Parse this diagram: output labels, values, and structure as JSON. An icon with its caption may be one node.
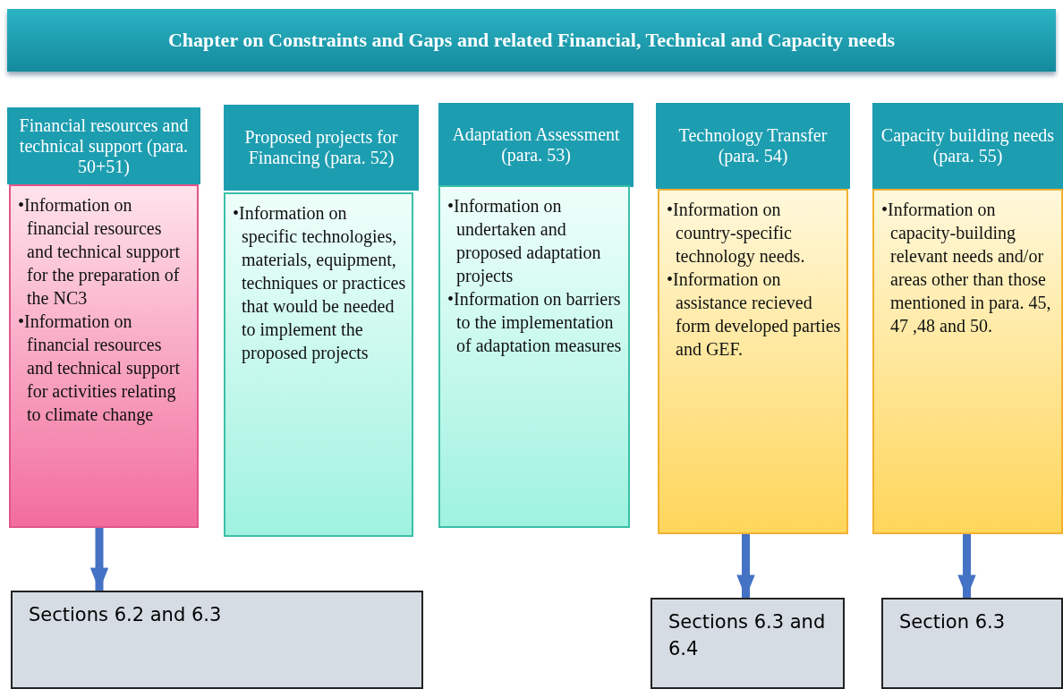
{
  "diagram": {
    "title": "Chapter on Constraints and Gaps and related Financial, Technical and Capacity needs",
    "nodes": [
      {
        "text": [
          "Financial resources and technical support (para. 50+51)"
        ]
      },
      {
        "text": [
          "•Information on financial resources and technical support for the preparation of the NC3",
          "•Information on financial resources and technical support for activities relating to climate change"
        ]
      },
      {
        "text": [
          "Proposed projects for Financing (para. 52)"
        ]
      },
      {
        "text": [
          "•Information on specific technologies, materials, equipment, techniques or practices that would be needed to implement the proposed projects"
        ]
      },
      {
        "text": [
          "Adaptation Assessment (para. 53)"
        ]
      },
      {
        "text": [
          "•Information on undertaken and proposed adaptation projects",
          "•Information on barriers to the implementation of adaptation measures"
        ]
      },
      {
        "text": [
          "Technology Transfer (para. 54)"
        ]
      },
      {
        "text": [
          "•Information on country-specific technology needs.",
          "•Information on assistance recieved form developed parties and GEF."
        ]
      },
      {
        "text": [
          "Capacity building needs (para. 55)"
        ]
      },
      {
        "text": [
          "•Information on capacity-building relevant needs and/or areas other than those mentioned in para. 45, 47 ,48 and 50."
        ]
      },
      {
        "text": [
          "Sections 6.2 and 6.3"
        ]
      },
      {
        "text": [
          "Sections 6.3 and 6.4"
        ]
      },
      {
        "text": [
          "Section 6.3"
        ]
      }
    ],
    "edges": [
      {
        "from": 1,
        "to": 10,
        "arrow": "to"
      },
      {
        "from": 7,
        "to": 11,
        "arrow": "to"
      },
      {
        "from": 9,
        "to": 12,
        "arrow": "to"
      }
    ]
  }
}
